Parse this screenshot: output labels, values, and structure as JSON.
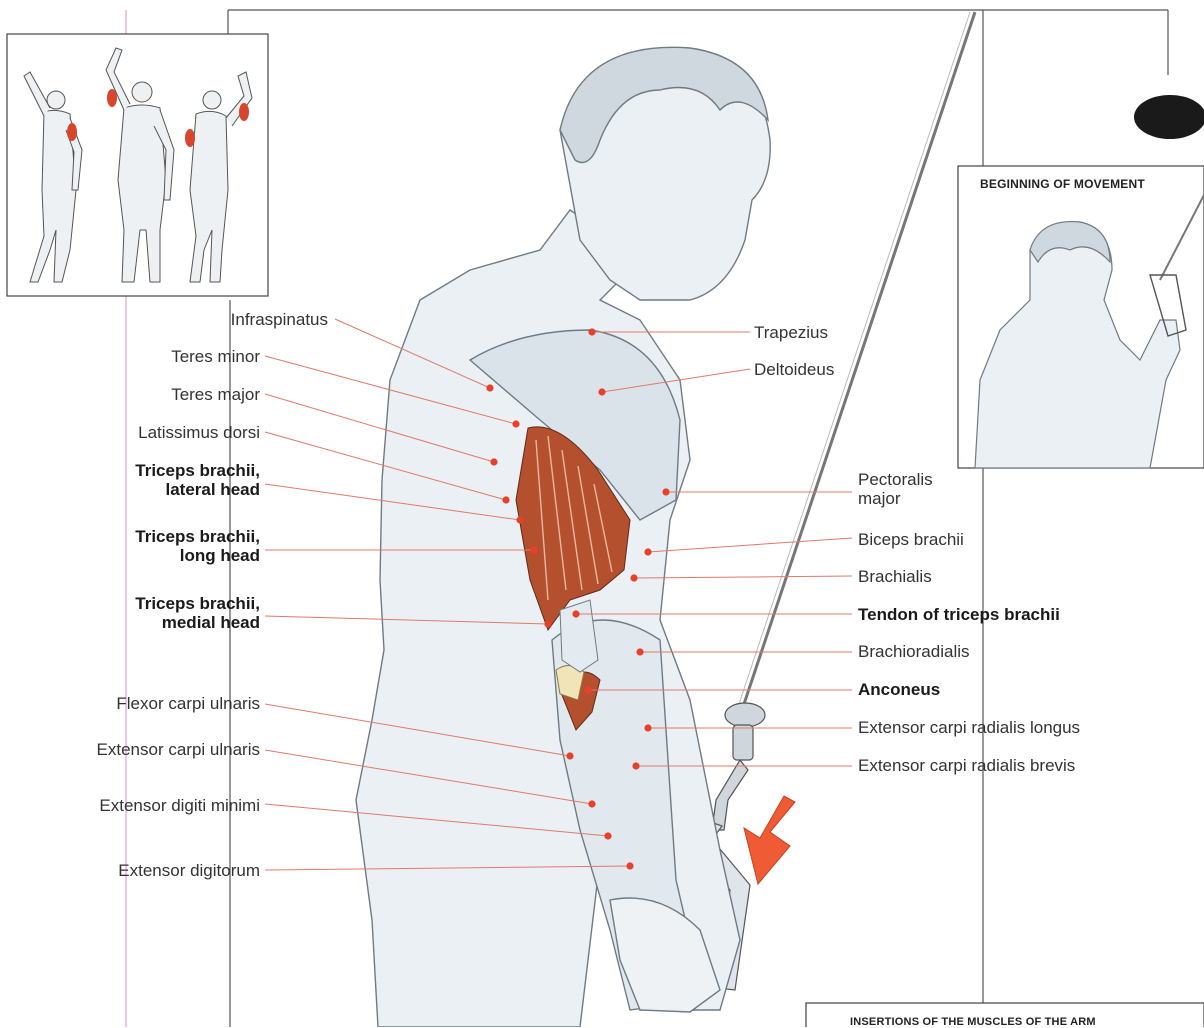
{
  "labels_left": [
    {
      "id": "infraspinatus",
      "text": "Infraspinatus",
      "bold": false
    },
    {
      "id": "teres-minor",
      "text": "Teres minor",
      "bold": false
    },
    {
      "id": "teres-major",
      "text": "Teres major",
      "bold": false
    },
    {
      "id": "latissimus-dorsi",
      "text": "Latissimus dorsi",
      "bold": false
    },
    {
      "id": "triceps-lateral",
      "lines": [
        "Triceps brachii,",
        "lateral head"
      ],
      "bold": true
    },
    {
      "id": "triceps-long",
      "lines": [
        "Triceps brachii,",
        "long head"
      ],
      "bold": true
    },
    {
      "id": "triceps-medial",
      "lines": [
        "Triceps brachii,",
        "medial head"
      ],
      "bold": true
    },
    {
      "id": "flexor-carpi-ulnaris",
      "text": "Flexor carpi ulnaris",
      "bold": false
    },
    {
      "id": "extensor-carpi-ulnaris",
      "text": "Extensor carpi ulnaris",
      "bold": false
    },
    {
      "id": "extensor-digiti-minimi",
      "text": "Extensor digiti minimi",
      "bold": false
    },
    {
      "id": "extensor-digitorum",
      "text": "Extensor digitorum",
      "bold": false
    }
  ],
  "labels_right": [
    {
      "id": "trapezius",
      "text": "Trapezius",
      "bold": false
    },
    {
      "id": "deltoideus",
      "text": "Deltoideus",
      "bold": false
    },
    {
      "id": "pectoralis-major",
      "lines": [
        "Pectoralis",
        "major"
      ],
      "bold": false
    },
    {
      "id": "biceps-brachii",
      "text": "Biceps brachii",
      "bold": false
    },
    {
      "id": "brachialis",
      "text": "Brachialis",
      "bold": false
    },
    {
      "id": "tendon-triceps",
      "text": "Tendon of triceps brachii",
      "bold": true
    },
    {
      "id": "brachioradialis",
      "text": "Brachioradialis",
      "bold": false
    },
    {
      "id": "anconeus",
      "text": "Anconeus",
      "bold": true
    },
    {
      "id": "ecr-longus",
      "text": "Extensor carpi radialis longus",
      "bold": false
    },
    {
      "id": "ecr-brevis",
      "text": "Extensor carpi radialis brevis",
      "bold": false
    }
  ],
  "inset_beginning": {
    "title": "BEGINNING OF MOVEMENT"
  },
  "inset_insertions": {
    "title": "INSERTIONS OF THE MUSCLES OF THE ARM"
  },
  "colors": {
    "leader": "#e0705e",
    "dot": "#e8402a",
    "muscle_red": "#b5502e",
    "highlight": "#d9442c",
    "line": "#444444",
    "body_fill": "#e9eef2",
    "body_stroke": "#6f7a84"
  }
}
